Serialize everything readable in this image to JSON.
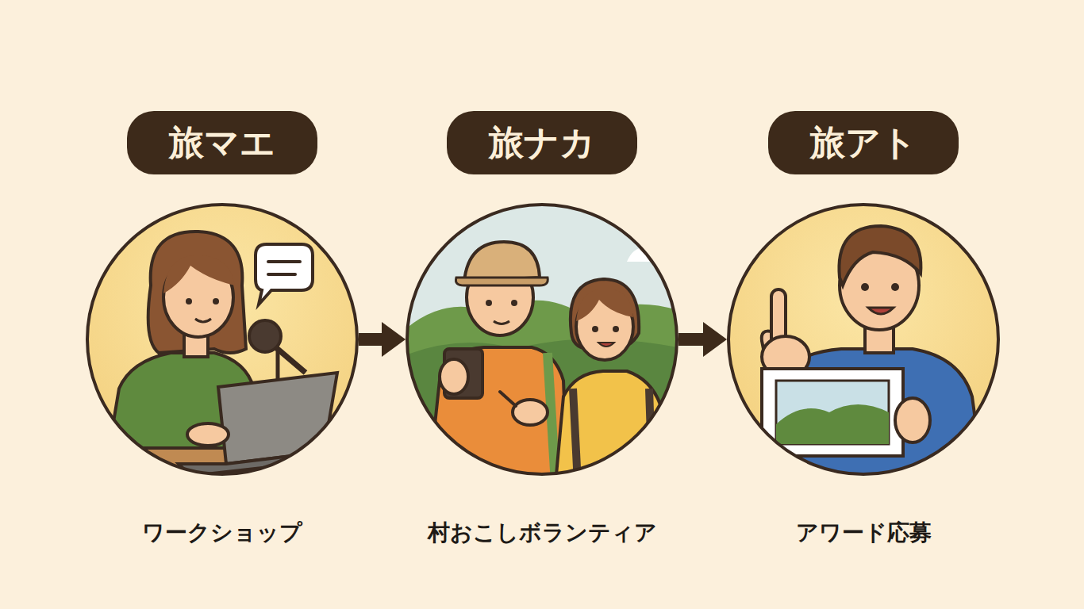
{
  "diagram": {
    "nodes": [
      {
        "text": [
          "旅マエ",
          "ワークショップ"
        ]
      },
      {
        "text": [
          "旅ナカ",
          "村おこしボランティア"
        ]
      },
      {
        "text": [
          "旅アト",
          "アワード応募"
        ]
      }
    ],
    "edges": [
      {
        "from": 0,
        "to": 1,
        "arrow": "to"
      },
      {
        "from": 1,
        "to": 2,
        "arrow": "to"
      }
    ]
  }
}
